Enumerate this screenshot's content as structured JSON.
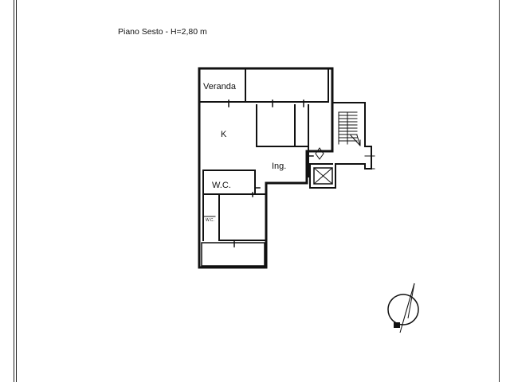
{
  "header": {
    "title": "Piano Sesto - H=2,80 m"
  },
  "rooms": {
    "veranda": "Veranda",
    "kitchen": "K",
    "entrance": "Ing.",
    "wc_main": "W.C.",
    "wc_small": "W.C."
  },
  "compass": {
    "icon": "north-arrow-icon"
  }
}
